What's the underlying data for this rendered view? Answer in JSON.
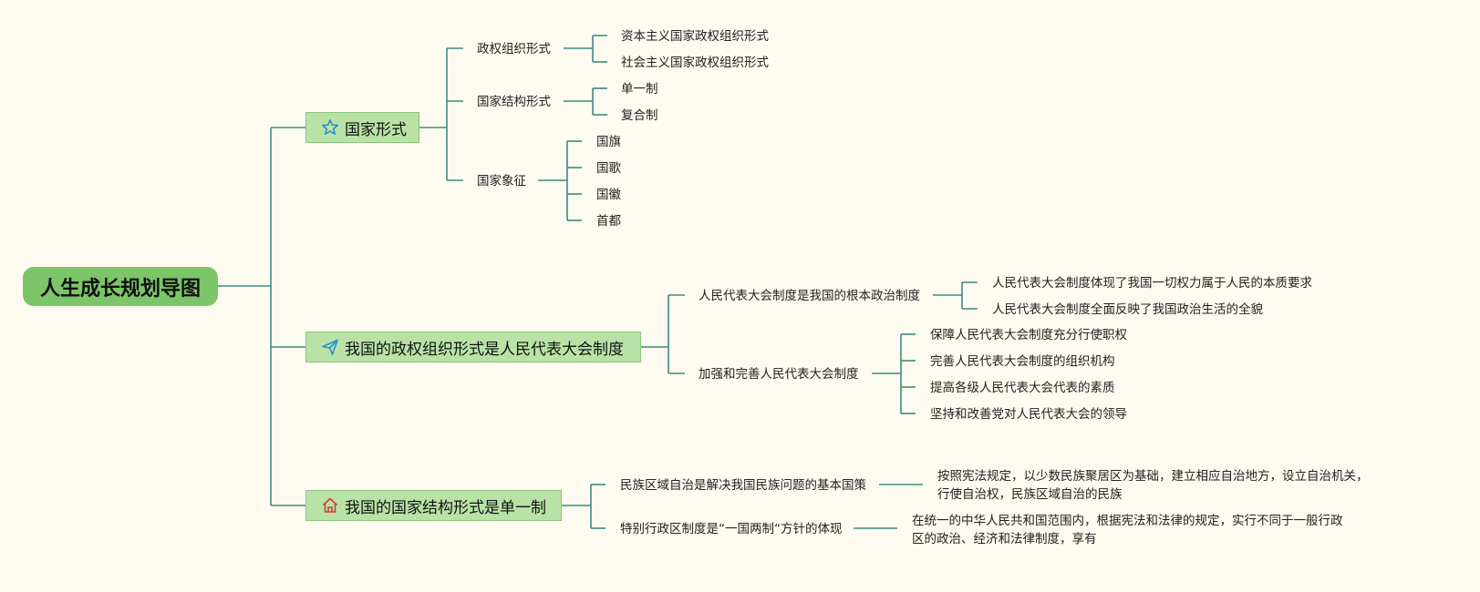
{
  "root": {
    "label": "人生成长规划导图"
  },
  "branches": [
    {
      "label": "国家形式",
      "icon": "star-icon",
      "children": [
        {
          "label": "政权组织形式",
          "children": [
            "资本主义国家政权组织形式",
            "社会主义国家政权组织形式"
          ]
        },
        {
          "label": "国家结构形式",
          "children": [
            "单一制",
            "复合制"
          ]
        },
        {
          "label": "国家象征",
          "children": [
            "国旗",
            "国歌",
            "国徽",
            "首都"
          ]
        }
      ]
    },
    {
      "label": "我国的政权组织形式是人民代表大会制度",
      "icon": "paper-plane-icon",
      "children": [
        {
          "label": "人民代表大会制度是我国的根本政治制度",
          "children": [
            "人民代表大会制度体现了我国一切权力属于人民的本质要求",
            "人民代表大会制度全面反映了我国政治生活的全貌"
          ]
        },
        {
          "label": "加强和完善人民代表大会制度",
          "children": [
            "保障人民代表大会制度充分行使职权",
            "完善人民代表大会制度的组织机构",
            "提高各级人民代表大会代表的素质",
            "坚持和改善党对人民代表大会的领导"
          ]
        }
      ]
    },
    {
      "label": "我国的国家结构形式是单一制",
      "icon": "house-icon",
      "children": [
        {
          "label": "民族区域自治是解决我国民族问题的基本国策",
          "children": [
            "按照宪法规定，以少数民族聚居区为基础，建立相应自治地方，设立自治机关，行使自治权，民族区域自治的民族"
          ]
        },
        {
          "label": "特别行政区制度是“一国两制“方针的体现",
          "children": [
            "在统一的中华人民共和国范围内，根据宪法和法律的规定，实行不同于一般行政区的政治、经济和法律制度，享有"
          ]
        }
      ]
    }
  ],
  "colors": {
    "line": "#3f8a80",
    "root_fill": "#7cc569",
    "branch_fill": "#b9e3a6",
    "background": "#fdfbf0"
  }
}
